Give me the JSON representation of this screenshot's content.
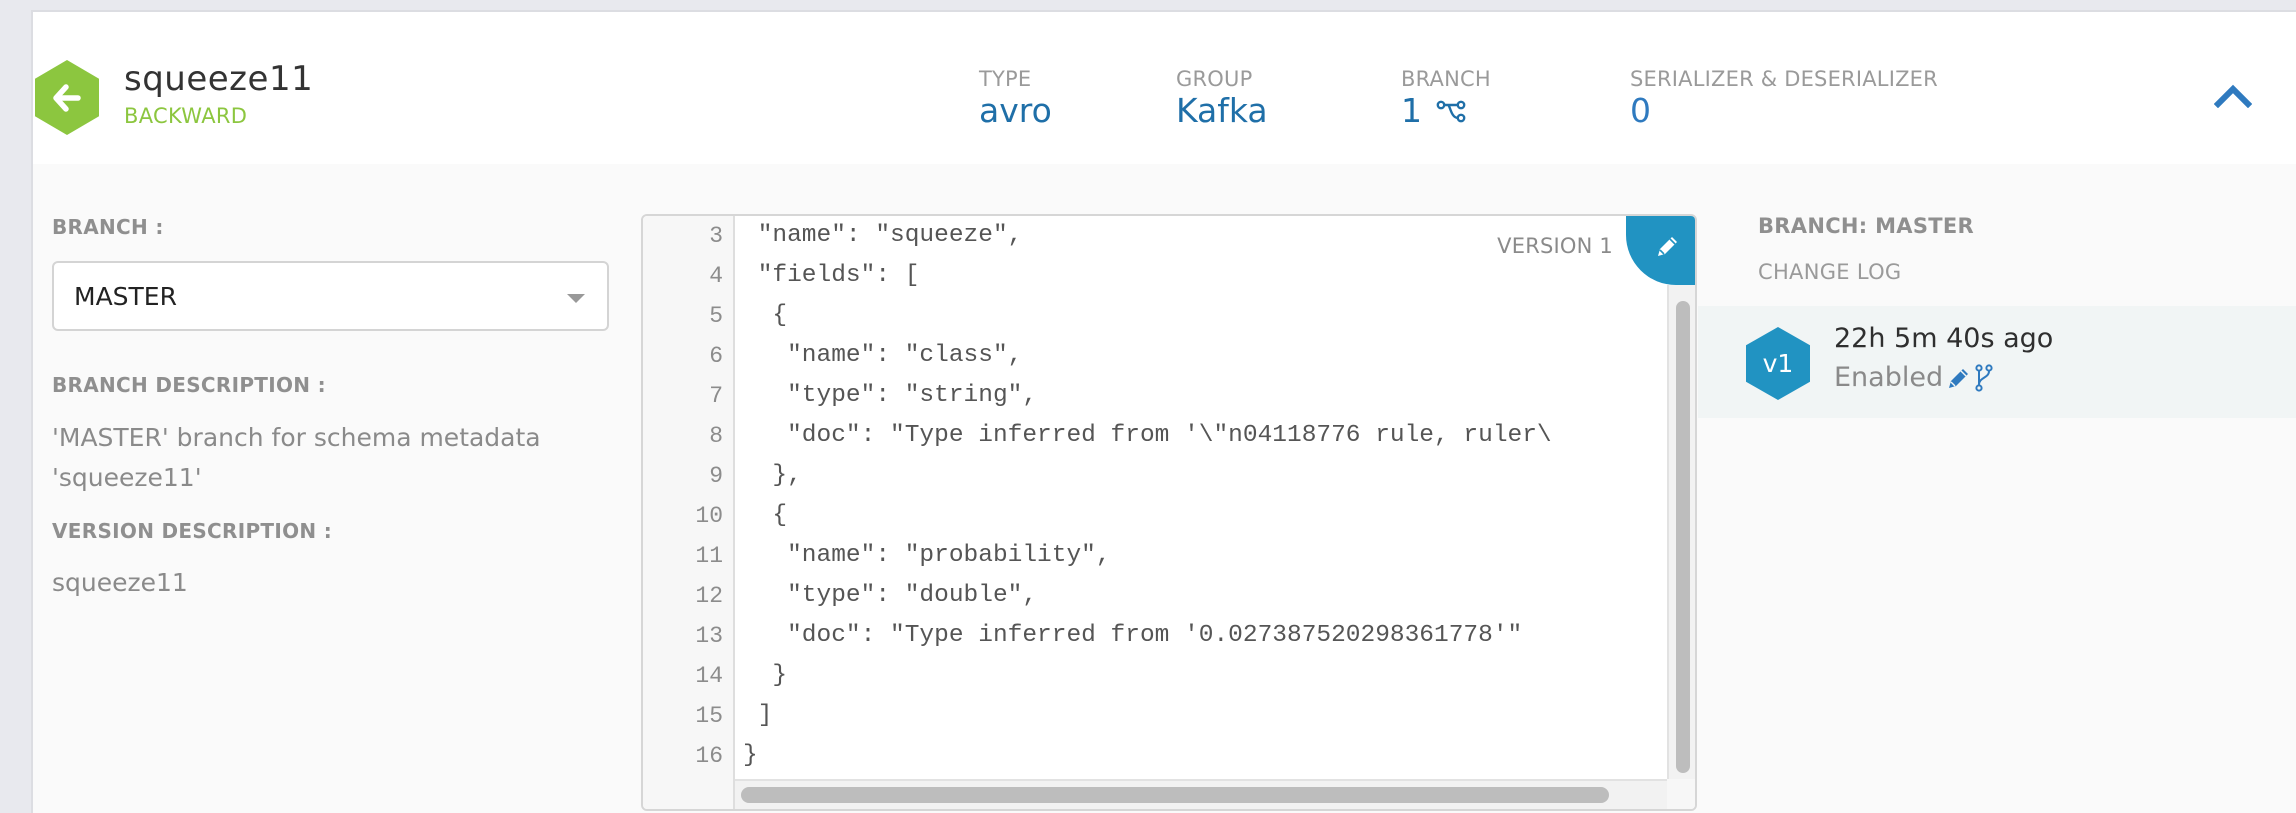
{
  "header": {
    "title": "squeeze11",
    "compatibility": "BACKWARD",
    "back_icon": "arrow-left-icon",
    "collapse_icon": "chevron-up-icon",
    "stats": [
      {
        "label": "TYPE",
        "value": "avro"
      },
      {
        "label": "GROUP",
        "value": "Kafka"
      },
      {
        "label": "BRANCH",
        "value": "1",
        "icon": "branch-icon"
      },
      {
        "label": "SERIALIZER & DESERIALIZER",
        "value": "0"
      }
    ]
  },
  "left_panel": {
    "branch_label": "BRANCH :",
    "branch_selected": "MASTER",
    "branch_description_label": "BRANCH DESCRIPTION :",
    "branch_description_line1": "'MASTER' branch for schema metadata",
    "branch_description_line2": "'squeeze11'",
    "version_description_label": "VERSION DESCRIPTION :",
    "version_description": "squeeze11"
  },
  "editor": {
    "version_label": "VERSION 1",
    "edit_icon": "pencil-icon",
    "lines": [
      {
        "no": "3",
        "text": " \"name\": \"squeeze\","
      },
      {
        "no": "4",
        "text": " \"fields\": ["
      },
      {
        "no": "5",
        "text": "  {"
      },
      {
        "no": "6",
        "text": "   \"name\": \"class\","
      },
      {
        "no": "7",
        "text": "   \"type\": \"string\","
      },
      {
        "no": "8",
        "text": "   \"doc\": \"Type inferred from '\\\"n04118776 rule, ruler\\"
      },
      {
        "no": "9",
        "text": "  },"
      },
      {
        "no": "10",
        "text": "  {"
      },
      {
        "no": "11",
        "text": "   \"name\": \"probability\","
      },
      {
        "no": "12",
        "text": "   \"type\": \"double\","
      },
      {
        "no": "13",
        "text": "   \"doc\": \"Type inferred from '0.027387520298361778'\""
      },
      {
        "no": "14",
        "text": "  }"
      },
      {
        "no": "15",
        "text": " ]"
      },
      {
        "no": "16",
        "text": "}"
      }
    ]
  },
  "changelog": {
    "branch_title": "BRANCH: MASTER",
    "heading": "CHANGE LOG",
    "entries": [
      {
        "version": "v1",
        "time": "22h 5m 40s ago",
        "status": "Enabled",
        "icons": [
          "pencil-icon",
          "fork-icon"
        ]
      }
    ]
  },
  "colors": {
    "accent_green": "#8cc63f",
    "accent_blue": "#1f6fa8",
    "hex_blue": "#2193c2",
    "label_gray": "#9a9a9a"
  }
}
